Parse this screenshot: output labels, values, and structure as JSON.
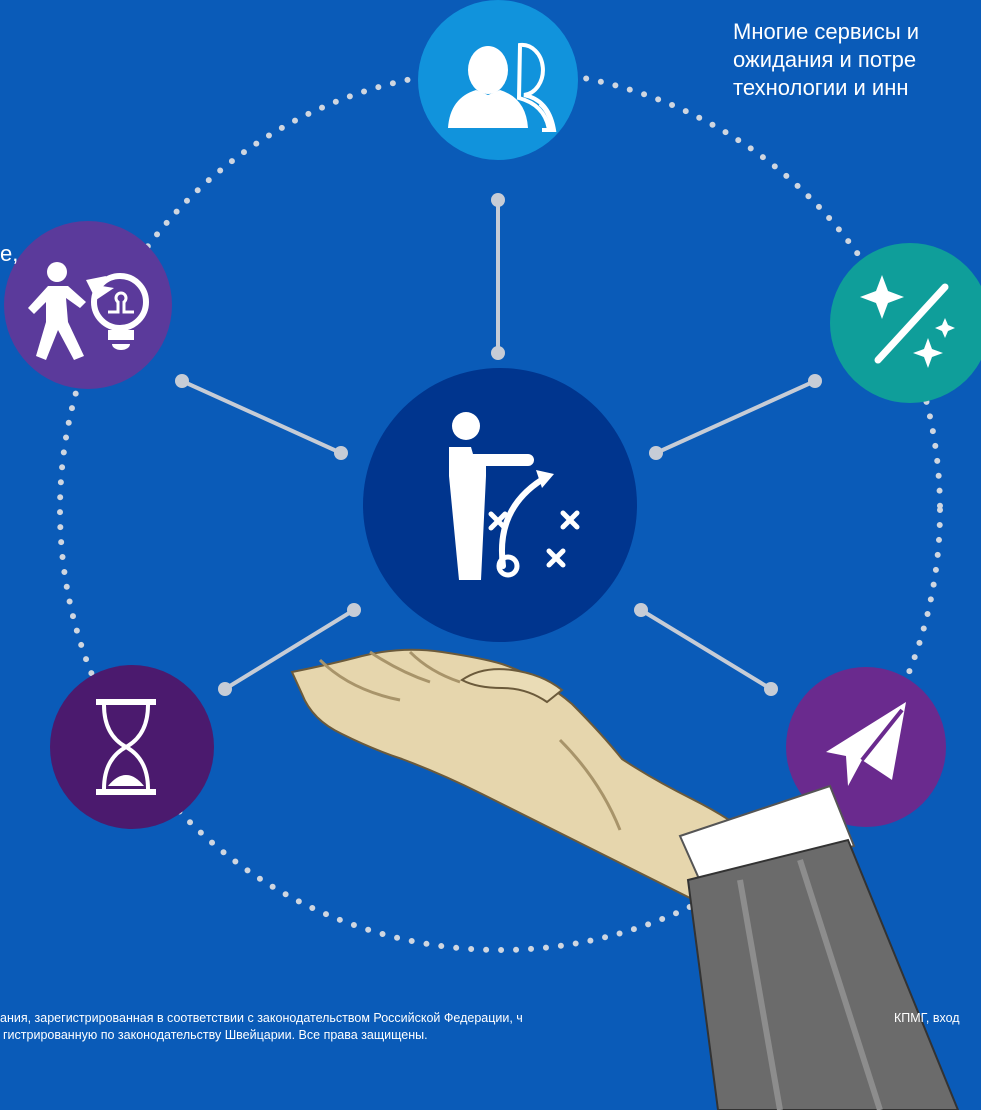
{
  "intro_text": {
    "line1": "Многие сервисы и",
    "line2": "ожидания и потре",
    "line3": "технологии и инн"
  },
  "left_fragment": "е,",
  "footer": {
    "line1": "ания, зарегистрированная в соответствии с законодательством Российской Федерации, ч",
    "line2": "гистрированную по законодательству Швейцарии. Все права защищены.",
    "right_fragment": "КПМГ, вход"
  },
  "nodes": [
    {
      "id": "people",
      "icon": "people-icon",
      "color": "#1193dc"
    },
    {
      "id": "magic",
      "icon": "magic-wand-icon",
      "color": "#0f9e9a"
    },
    {
      "id": "send",
      "icon": "paper-plane-icon",
      "color": "#6a2a8e"
    },
    {
      "id": "time",
      "icon": "hourglass-icon",
      "color": "#4b1a6e"
    },
    {
      "id": "idea",
      "icon": "puzzle-lightbulb-icon",
      "color": "#5b3a9b"
    }
  ],
  "center": {
    "icon": "strategy-icon",
    "color": "#00358e"
  },
  "hand": {
    "icon": "open-hand-icon"
  }
}
